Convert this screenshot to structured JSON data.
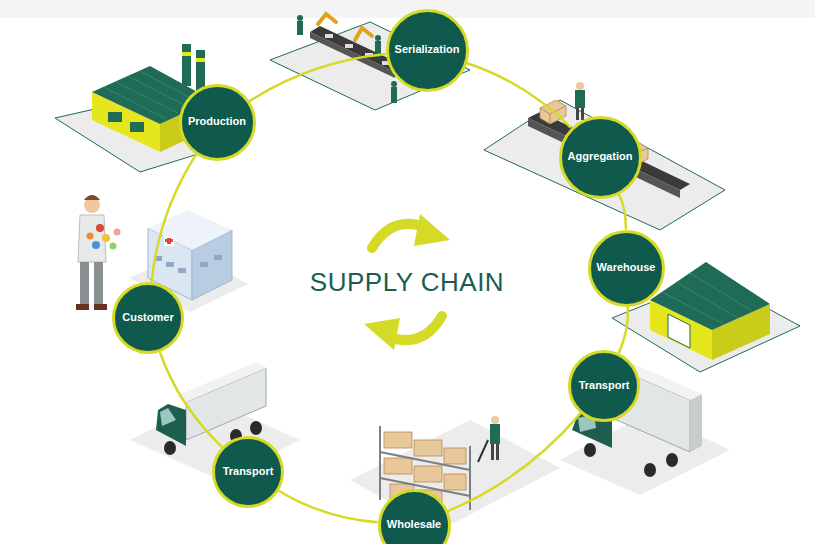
{
  "diagram": {
    "title": "SUPPLY CHAIN",
    "nodes": [
      {
        "text": [
          "Production"
        ]
      },
      {
        "text": [
          "Serialization"
        ]
      },
      {
        "text": [
          "Aggregation"
        ]
      },
      {
        "text": [
          "Warehouse"
        ]
      },
      {
        "text": [
          "Transport"
        ]
      },
      {
        "text": [
          "Wholesale"
        ]
      },
      {
        "text": [
          "Transport"
        ]
      },
      {
        "text": [
          "Customer"
        ]
      }
    ],
    "edges": [
      {
        "from": 0,
        "to": 1,
        "arrow": "none"
      },
      {
        "from": 1,
        "to": 2,
        "arrow": "none"
      },
      {
        "from": 2,
        "to": 3,
        "arrow": "none"
      },
      {
        "from": 3,
        "to": 4,
        "arrow": "none"
      },
      {
        "from": 4,
        "to": 5,
        "arrow": "none"
      },
      {
        "from": 5,
        "to": 6,
        "arrow": "none"
      },
      {
        "from": 6,
        "to": 7,
        "arrow": "none"
      },
      {
        "from": 7,
        "to": 0,
        "arrow": "none"
      }
    ]
  }
}
